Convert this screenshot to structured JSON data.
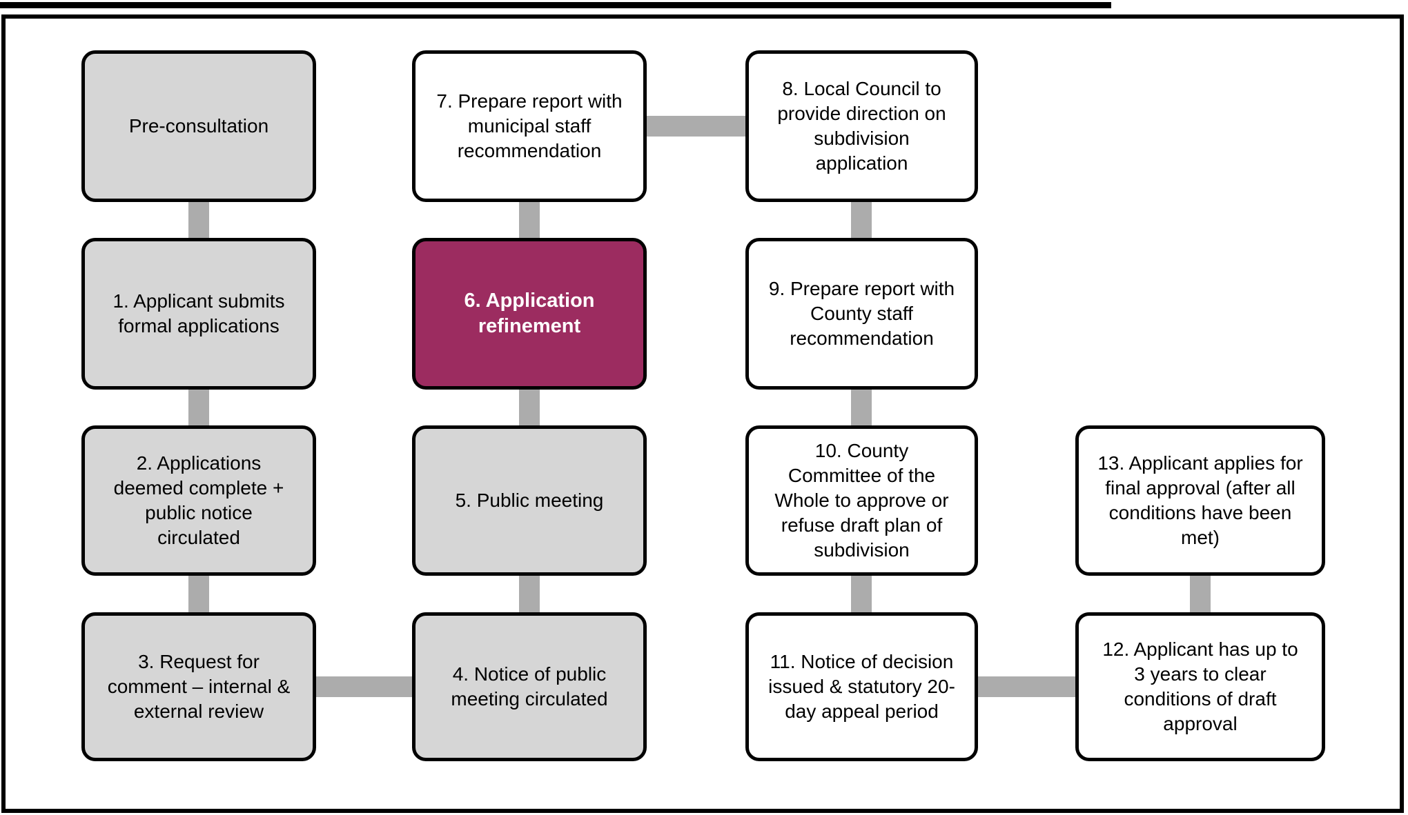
{
  "colors": {
    "highlight_fill": "#9c2c60",
    "gray_fill": "#d6d6d6",
    "white_fill": "#ffffff",
    "box_border": "#000000",
    "connector_gray": "#acacac",
    "frame_border": "#000000"
  },
  "flowchart": {
    "steps": [
      {
        "id": "pre",
        "label": "Pre-consultation",
        "variant": "gray"
      },
      {
        "id": "1",
        "label": "1. Applicant submits formal applications",
        "variant": "gray"
      },
      {
        "id": "2",
        "label": "2. Applications deemed complete + public notice circulated",
        "variant": "gray"
      },
      {
        "id": "3",
        "label": "3. Request for comment – internal & external review",
        "variant": "gray"
      },
      {
        "id": "4",
        "label": "4. Notice of public meeting circulated",
        "variant": "gray"
      },
      {
        "id": "5",
        "label": "5. Public meeting",
        "variant": "gray"
      },
      {
        "id": "6",
        "label": "6. Application refinement",
        "variant": "highlight"
      },
      {
        "id": "7",
        "label": "7. Prepare report with municipal staff recommendation",
        "variant": "white"
      },
      {
        "id": "8",
        "label": "8. Local Council to provide direction on subdivision application",
        "variant": "white"
      },
      {
        "id": "9",
        "label": "9. Prepare report with County staff recommendation",
        "variant": "white"
      },
      {
        "id": "10",
        "label": "10. County Committee of the Whole to approve or refuse draft plan of subdivision",
        "variant": "white"
      },
      {
        "id": "11",
        "label": "11. Notice of decision issued & statutory 20-day appeal period",
        "variant": "white"
      },
      {
        "id": "12",
        "label": "12. Applicant has up to 3 years to clear conditions of draft approval",
        "variant": "white"
      },
      {
        "id": "13",
        "label": "13. Applicant applies for final approval (after all conditions have been met)",
        "variant": "white"
      }
    ],
    "edges": [
      [
        "pre",
        "1"
      ],
      [
        "1",
        "2"
      ],
      [
        "2",
        "3"
      ],
      [
        "3",
        "4"
      ],
      [
        "4",
        "5"
      ],
      [
        "5",
        "6"
      ],
      [
        "6",
        "7"
      ],
      [
        "7",
        "8"
      ],
      [
        "8",
        "9"
      ],
      [
        "9",
        "10"
      ],
      [
        "10",
        "11"
      ],
      [
        "11",
        "12"
      ],
      [
        "12",
        "13"
      ]
    ]
  }
}
